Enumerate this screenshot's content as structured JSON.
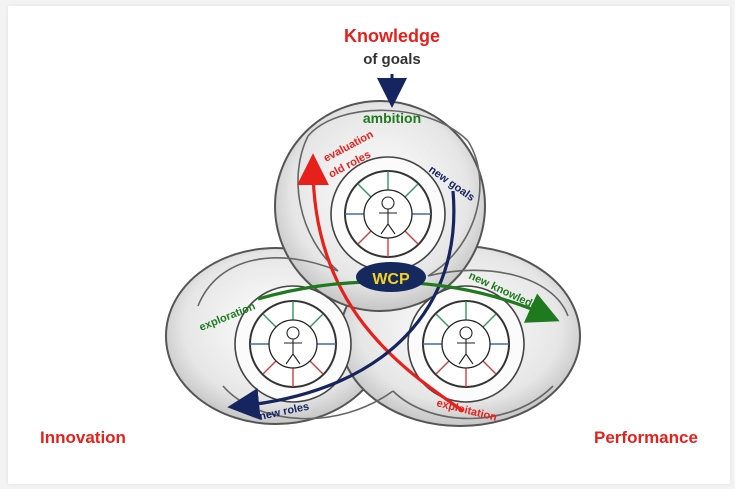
{
  "top_label": {
    "line1": "Knowledge",
    "line2": "of goals"
  },
  "left_label": "Innovation",
  "right_label": "Performance",
  "center_badge": "WCP",
  "arrow_labels": {
    "ambition": "ambition",
    "evaluation": "evaluation",
    "old_roles": "old roles",
    "new_goals": "new goals",
    "exploration": "exploration",
    "new_knowledge": "new knowledge",
    "new_roles": "new roles",
    "exploitation": "exploitation"
  },
  "colors": {
    "red": "#e8201b",
    "green": "#1f7a1f",
    "navy": "#16245f",
    "badge": "#15295f",
    "badge_text": "#f6d31b"
  }
}
